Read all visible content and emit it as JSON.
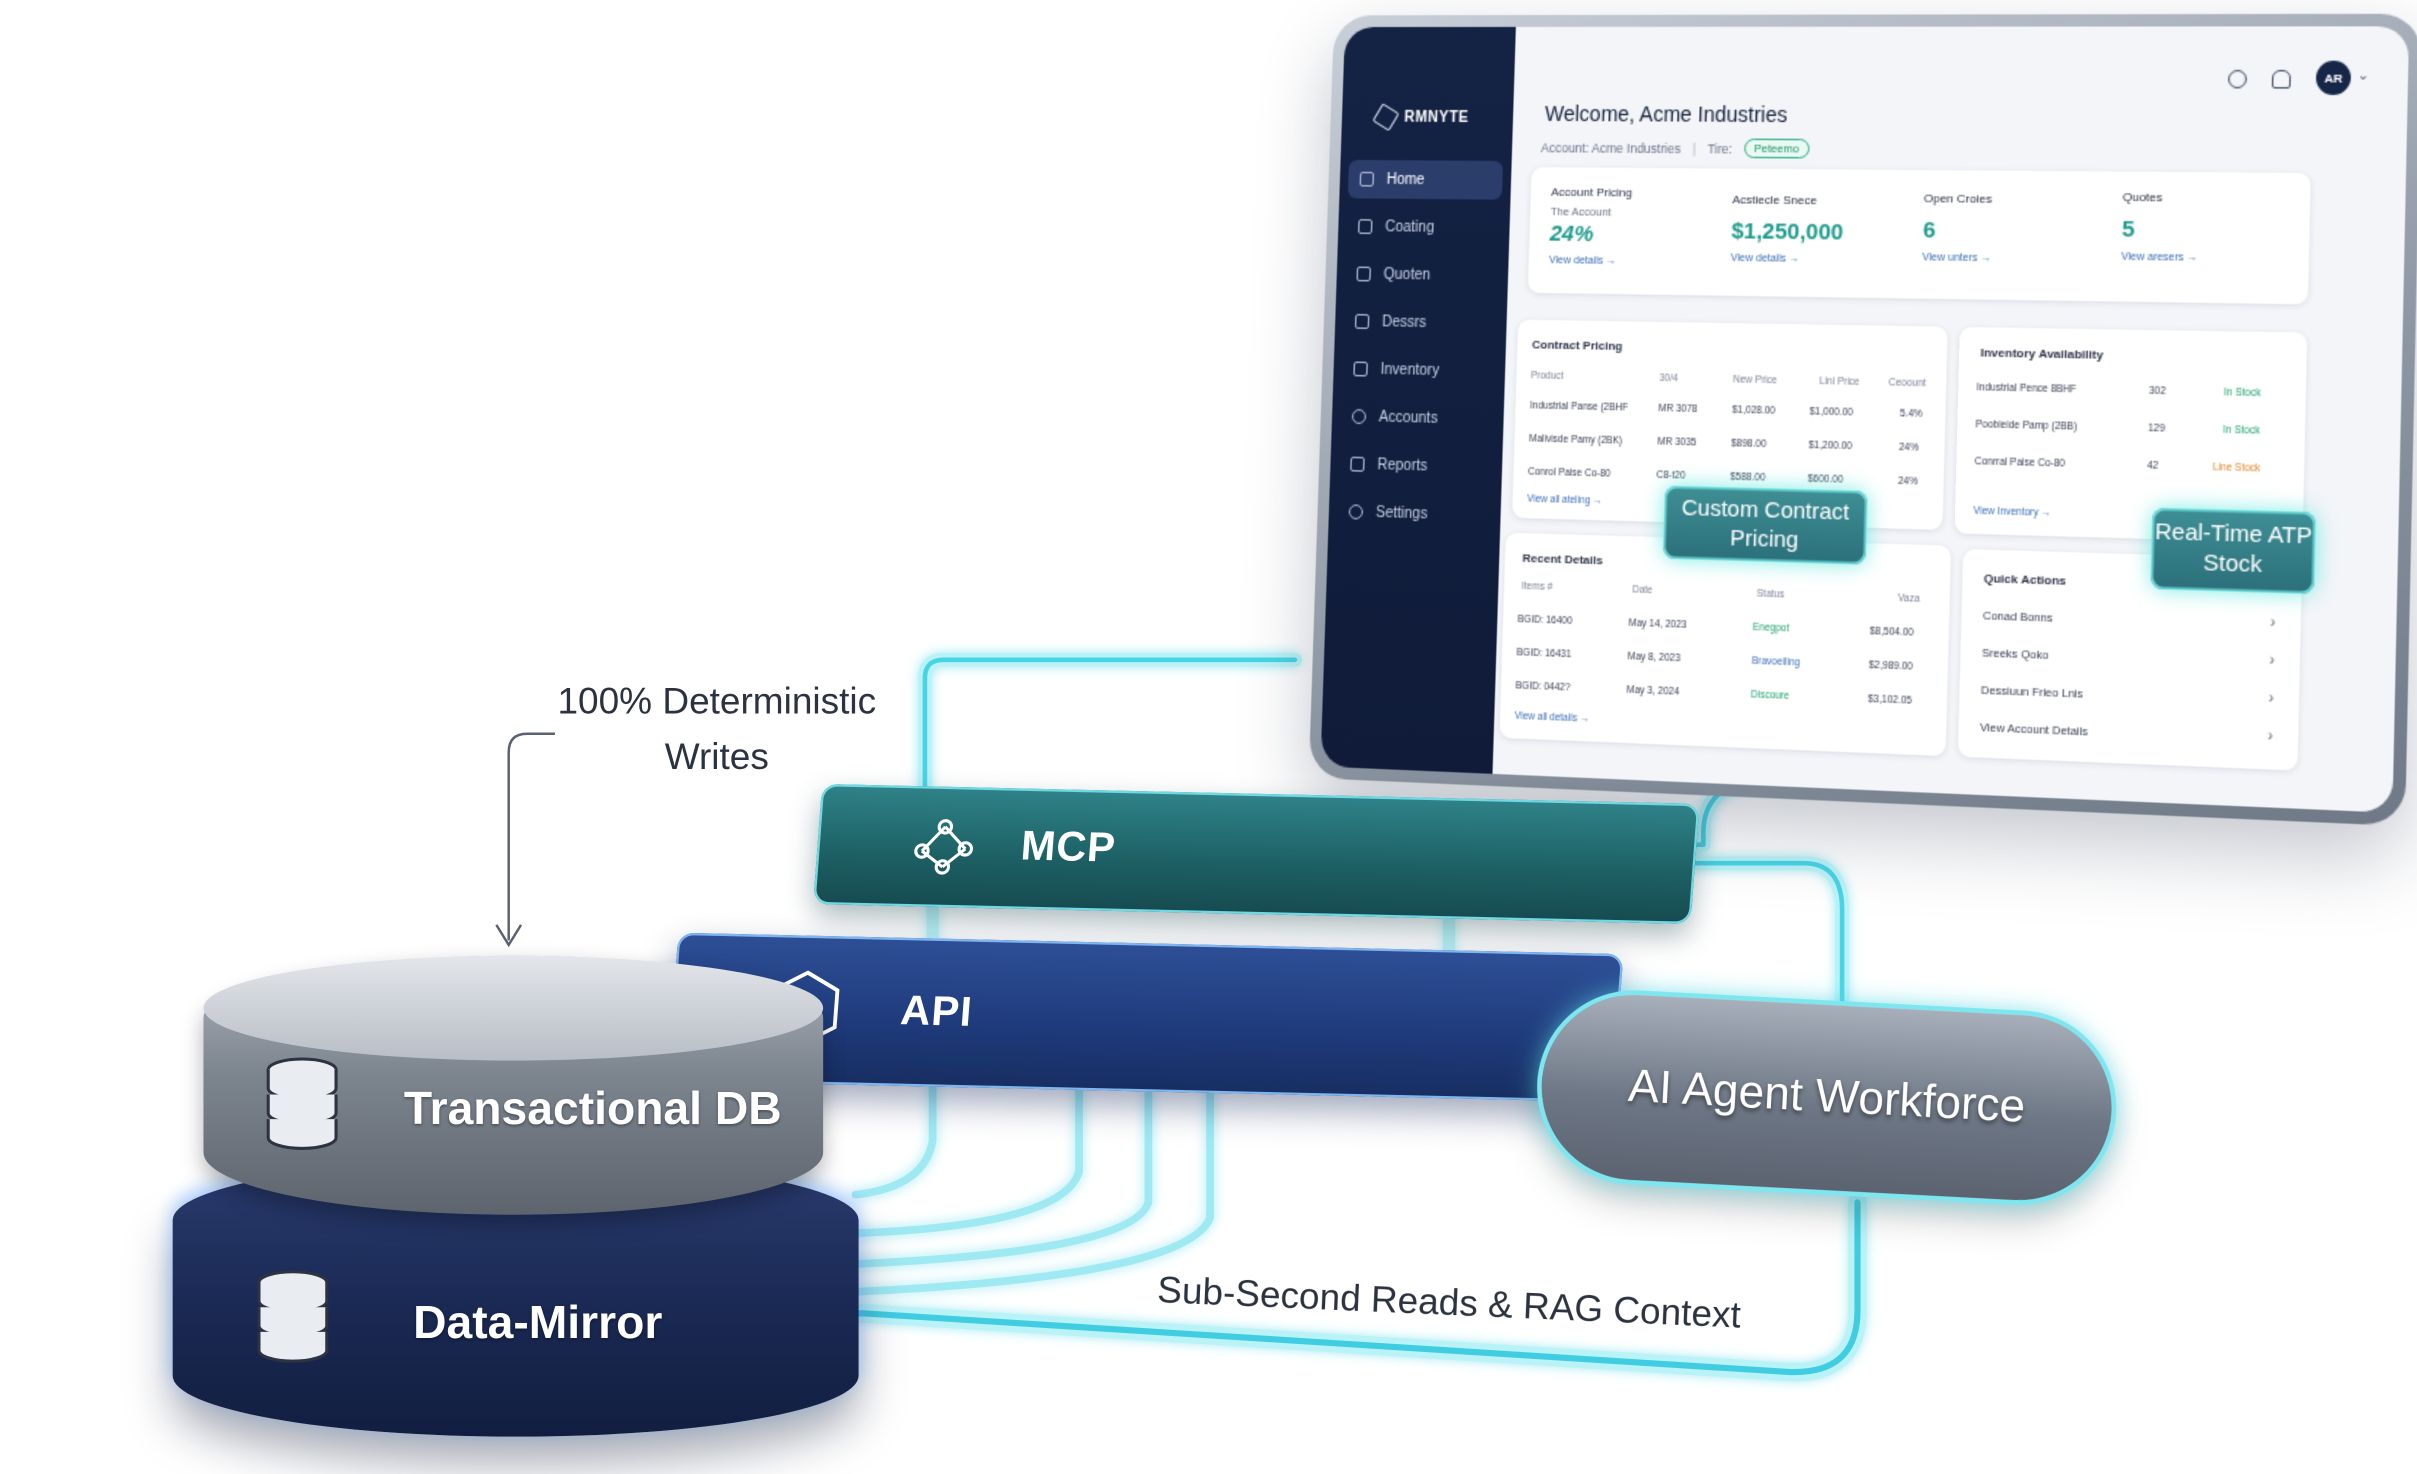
{
  "dashboard": {
    "logo": "RMNYTE",
    "nav": [
      {
        "label": "Home",
        "icon": "home-icon"
      },
      {
        "label": "Coating",
        "icon": "users-icon"
      },
      {
        "label": "Quoten",
        "icon": "quote-icon"
      },
      {
        "label": "Dessrs",
        "icon": "orders-icon"
      },
      {
        "label": "Inventory",
        "icon": "inventory-icon"
      },
      {
        "label": "Accounts",
        "icon": "user-icon"
      },
      {
        "label": "Reports",
        "icon": "reports-icon"
      },
      {
        "label": "Settings",
        "icon": "gear-icon"
      }
    ],
    "avatar": "AR",
    "welcome": "Welcome, Acme Industries",
    "account_line": "Account: Acme Industries",
    "tier_label": "Tire:",
    "tier_value": "Peteemo",
    "kpis": [
      {
        "title": "Account Pricing",
        "sub": "The Account",
        "value": "24%",
        "link": "View details →"
      },
      {
        "title": "Acstiecle Snece",
        "sub": "",
        "value": "$1,250,000",
        "link": "View details →"
      },
      {
        "title": "Open Croies",
        "sub": "",
        "value": "6",
        "link": "View unters →"
      },
      {
        "title": "Quotes",
        "sub": "",
        "value": "5",
        "link": "View aresers →"
      }
    ],
    "contract_pricing": {
      "title": "Contract Pricing",
      "headers": [
        "Product",
        "30/4",
        "New Price",
        "Lini Price",
        "Ceoount"
      ],
      "rows": [
        [
          "Industrial Panse (2BHF",
          "MR 3078",
          "$1,028.00",
          "$1,000.00",
          "5.4%"
        ],
        [
          "Malivisde Pamy (2BK)",
          "MR 3035",
          "$898.00",
          "$1,200.00",
          "24%"
        ],
        [
          "Conrol Paise Co-80",
          "C8-t20",
          "$588.00",
          "$600.00",
          "24%"
        ]
      ],
      "link": "View all ateling →"
    },
    "inventory": {
      "title": "Inventory Availability",
      "rows": [
        [
          "Industrial Pence 8BHF",
          "302",
          "In Stock"
        ],
        [
          "Poobieide Pamp (2BB)",
          "129",
          "In Stock"
        ],
        [
          "Conrral Paise Co-80",
          "42",
          "Line Stock"
        ]
      ],
      "link": "View Inventory →"
    },
    "recent": {
      "title": "Recent Details",
      "headers": [
        "Items #",
        "Date",
        "Status",
        "Vaza"
      ],
      "rows": [
        [
          "BGID: 16400",
          "May 14, 2023",
          "Enegpot",
          "$8,504.00"
        ],
        [
          "BGID: 16431",
          "May 8, 2023",
          "Bravoeiling",
          "$2,989.00"
        ],
        [
          "BGID: 0442?",
          "May 3, 2024",
          "Discoure",
          "$3,102.05"
        ]
      ],
      "link": "View all details →"
    },
    "quick_actions": {
      "title": "Quick Actions",
      "items": [
        "Conad Bonns",
        "Sreeks Qoko",
        "Dessiuun Frieo Lnis",
        "View Account Details"
      ]
    },
    "callouts": {
      "pricing": "Custom Contract Pricing",
      "stock": "Real-Time ATP Stock"
    }
  },
  "diagram": {
    "writes_label": "100% Deterministic Writes",
    "reads_label": "Sub-Second Reads & RAG Context",
    "mcp": "MCP",
    "api": "API",
    "transactional_db": "Transactional DB",
    "data_mirror": "Data-Mirror",
    "agent": "AI Agent Workforce",
    "colors": {
      "mcp": "#1c5f63",
      "api": "#1e3a7a",
      "glow": "#5fe0ee",
      "mirror": "#1b2a55"
    }
  }
}
